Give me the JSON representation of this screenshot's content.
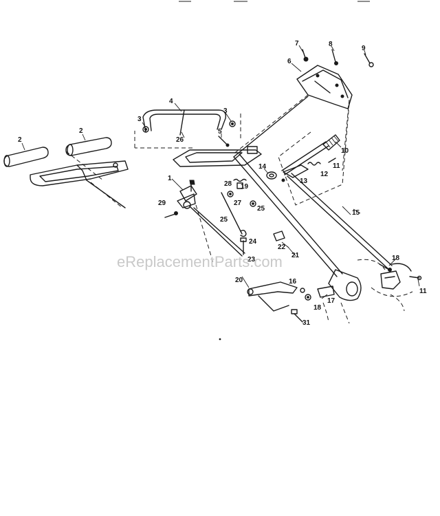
{
  "watermark": "eReplacementParts.com",
  "callouts": [
    {
      "id": "c7",
      "text": "7"
    },
    {
      "id": "c8",
      "text": "8"
    },
    {
      "id": "c9",
      "text": "9"
    },
    {
      "id": "c6",
      "text": "6"
    },
    {
      "id": "c4",
      "text": "4"
    },
    {
      "id": "c3a",
      "text": "3"
    },
    {
      "id": "c3b",
      "text": "3"
    },
    {
      "id": "c26",
      "text": "26"
    },
    {
      "id": "c5",
      "text": "5"
    },
    {
      "id": "c10",
      "text": "10"
    },
    {
      "id": "c2a",
      "text": "2"
    },
    {
      "id": "c2b",
      "text": "2"
    },
    {
      "id": "c14",
      "text": "14"
    },
    {
      "id": "c12",
      "text": "12"
    },
    {
      "id": "c11a",
      "text": "11"
    },
    {
      "id": "c13",
      "text": "13"
    },
    {
      "id": "c1",
      "text": "1"
    },
    {
      "id": "c28",
      "text": "28"
    },
    {
      "id": "c19",
      "text": "19"
    },
    {
      "id": "c27",
      "text": "27"
    },
    {
      "id": "c29",
      "text": "29"
    },
    {
      "id": "c25a",
      "text": "25"
    },
    {
      "id": "c25b",
      "text": "25"
    },
    {
      "id": "c15",
      "text": "15"
    },
    {
      "id": "c24",
      "text": "24"
    },
    {
      "id": "c22",
      "text": "22"
    },
    {
      "id": "c21",
      "text": "21"
    },
    {
      "id": "c23",
      "text": "23"
    },
    {
      "id": "c16",
      "text": "16"
    },
    {
      "id": "c20",
      "text": "20"
    },
    {
      "id": "c18a",
      "text": "18"
    },
    {
      "id": "c11b",
      "text": "11"
    },
    {
      "id": "c17",
      "text": "17"
    },
    {
      "id": "c18b",
      "text": "18"
    },
    {
      "id": "c31",
      "text": "31"
    }
  ]
}
